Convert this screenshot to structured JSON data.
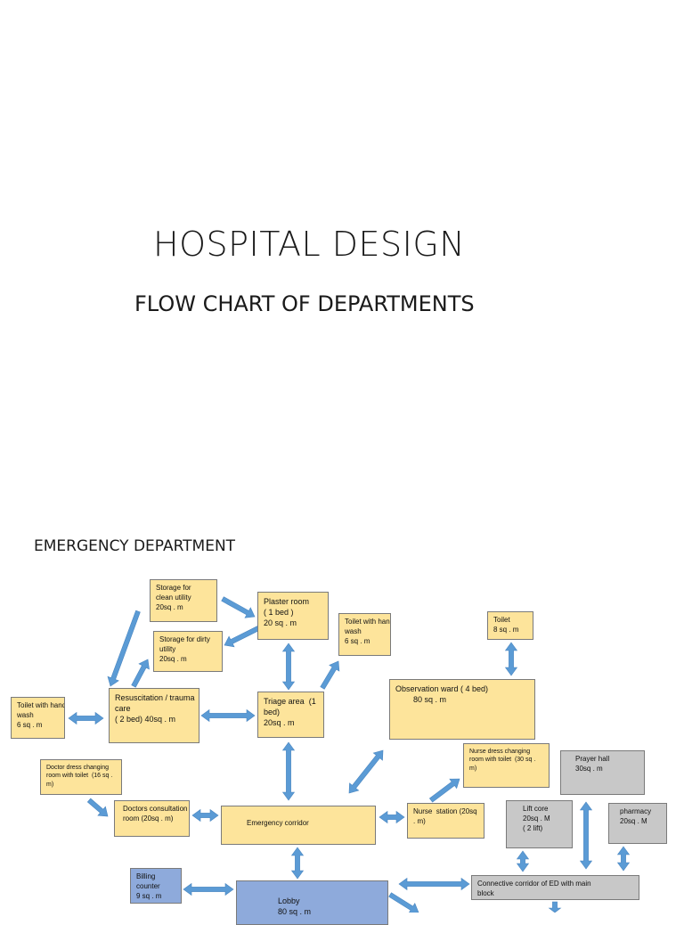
{
  "page": {
    "title": "HOSPITAL DESIGN",
    "subtitle": "FLOW CHART OF DEPARTMENTS",
    "section": "EMERGENCY DEPARTMENT"
  },
  "colors": {
    "yellow": "#fde49b",
    "grey": "#c8c8c8",
    "blue": "#8eaadb",
    "arrow": "#5b9bd5"
  },
  "boxes": {
    "storage_clean": {
      "lines": [
        "Storage for",
        "clean utility",
        "20sq . m"
      ]
    },
    "storage_dirty": {
      "lines": [
        "Storage for dirty",
        "utility",
        "20sq . m"
      ]
    },
    "plaster": {
      "lines": [
        "Plaster room",
        "( 1 bed )",
        "20 sq . m"
      ]
    },
    "toilet_hw_top": {
      "lines": [
        "Toilet with hand",
        "wash",
        "6 sq . m"
      ]
    },
    "toilet_small": {
      "lines": [
        "Toilet",
        "8 sq . m"
      ]
    },
    "toilet_hw_left": {
      "lines": [
        "Toilet with hand",
        "wash",
        "6 sq . m"
      ]
    },
    "resus": {
      "lines": [
        "Resuscitation / trauma",
        "care",
        "( 2 bed) 40sq . m"
      ]
    },
    "triage": {
      "lines": [
        "Triage area  (1",
        "bed)",
        "20sq . m"
      ]
    },
    "observation": {
      "lines": [
        "Observation ward ( 4 bed)",
        "        80 sq . m"
      ]
    },
    "nurse_dress": {
      "lines": [
        "Nurse dress changing",
        "room with toilet  (30 sq .",
        "m)"
      ]
    },
    "prayer": {
      "lines": [
        "Prayer hall",
        "30sq . m"
      ]
    },
    "doctor_dress": {
      "lines": [
        "Doctor dress changing",
        "room with toilet  (16 sq .",
        "m)"
      ]
    },
    "doctor_consult": {
      "lines": [
        "Doctors consultation",
        "room (20sq . m)"
      ]
    },
    "emergency_corridor": {
      "lines": [
        "Emergency corridor"
      ]
    },
    "nurse_station": {
      "lines": [
        "Nurse  station (20sq",
        ". m)"
      ]
    },
    "liftcore": {
      "lines": [
        "Lift core",
        "20sq . M",
        "( 2 lift)"
      ]
    },
    "pharmacy": {
      "lines": [
        "pharmacy",
        "20sq . M"
      ]
    },
    "billing": {
      "lines": [
        "Billing",
        "counter",
        "9 sq . m"
      ]
    },
    "lobby": {
      "lines": [
        "Lobby",
        "80 sq . m"
      ]
    },
    "connective": {
      "lines": [
        "Connective corridor of ED with main",
        "block"
      ]
    }
  }
}
